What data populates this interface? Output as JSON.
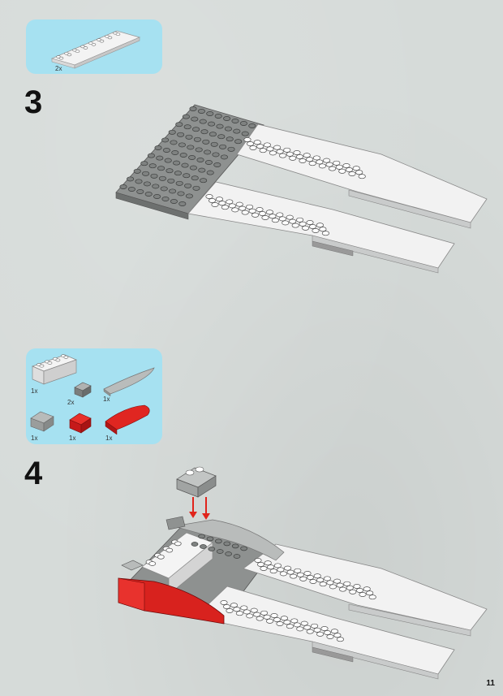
{
  "steps": [
    {
      "number": "3",
      "parts": [
        {
          "qty": "2x",
          "icon": "plate-2x8-white"
        }
      ]
    },
    {
      "number": "4",
      "parts": [
        {
          "qty": "1x",
          "icon": "brick-2x4-white"
        },
        {
          "qty": "2x",
          "icon": "slope-1x2-dark-gray"
        },
        {
          "qty": "1x",
          "icon": "wing-curved-light-gray"
        },
        {
          "qty": "1x",
          "icon": "slope-2x2-light-gray"
        },
        {
          "qty": "1x",
          "icon": "slope-2x2-red"
        },
        {
          "qty": "1x",
          "icon": "wedge-curved-red"
        }
      ]
    }
  ],
  "page_number": "11",
  "colors": {
    "callout": "#a6e1f1",
    "background": "#d6dbd9",
    "arrow": "#e0241b",
    "red_brick": "#d61f1f",
    "dark_plate": "#8c8f8e",
    "white_plate": "#f2f2f2"
  }
}
